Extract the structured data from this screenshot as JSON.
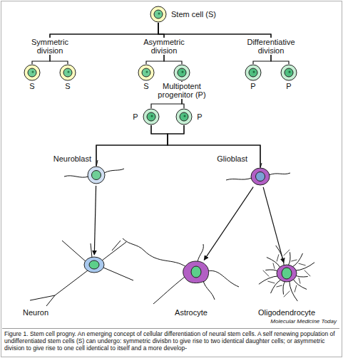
{
  "diagram": {
    "caption": "Figure 1. Stem cell progny. An emerging concept of cellular differentiation of neural stem cells. A self renewing population of undifferentiated stem cells (S) can undergo: symmetric divisbn to give rise to two identical daughter cells; or asymmetric division to give rise to one cell identical to itself and a more develop-",
    "nodes": [
      {
        "text": [
          "Stem cell (S)"
        ]
      },
      {
        "text": [
          "S"
        ]
      },
      {
        "text": [
          "S"
        ]
      },
      {
        "text": [
          "S"
        ]
      },
      {
        "text": [
          "Multipotent progenitor (P)"
        ]
      },
      {
        "text": [
          "P"
        ]
      },
      {
        "text": [
          "P"
        ]
      },
      {
        "text": [
          "P"
        ]
      },
      {
        "text": [
          "P"
        ]
      },
      {
        "text": [
          "Neuroblast"
        ]
      },
      {
        "text": [
          "Glioblast"
        ]
      },
      {
        "text": [
          "Neuron"
        ]
      },
      {
        "text": [
          "Astrocyte"
        ]
      },
      {
        "text": [
          "Oligodendrocyte"
        ]
      }
    ],
    "edges": [
      {
        "from": 0,
        "to": 1,
        "arrow": "none"
      },
      {
        "from": 0,
        "to": 2,
        "arrow": "none"
      },
      {
        "from": 0,
        "to": 3,
        "arrow": "none"
      },
      {
        "from": 0,
        "to": 4,
        "arrow": "none"
      },
      {
        "from": 0,
        "to": 5,
        "arrow": "none"
      },
      {
        "from": 0,
        "to": 6,
        "arrow": "none"
      },
      {
        "from": 4,
        "to": 7,
        "arrow": "none"
      },
      {
        "from": 4,
        "to": 8,
        "arrow": "none"
      },
      {
        "from": 7,
        "to": 9,
        "arrow": "none"
      },
      {
        "from": 7,
        "to": 10,
        "arrow": "none"
      },
      {
        "from": 8,
        "to": 9,
        "arrow": "none"
      },
      {
        "from": 8,
        "to": 10,
        "arrow": "none"
      },
      {
        "from": 9,
        "to": 11,
        "arrow": "to"
      },
      {
        "from": 10,
        "to": 12,
        "arrow": "to"
      },
      {
        "from": 10,
        "to": 13,
        "arrow": "to"
      }
    ],
    "labels": [
      "Symmetric division",
      "Asymmetric division",
      "Differentiative division",
      "Molecular Medicine Today"
    ]
  }
}
